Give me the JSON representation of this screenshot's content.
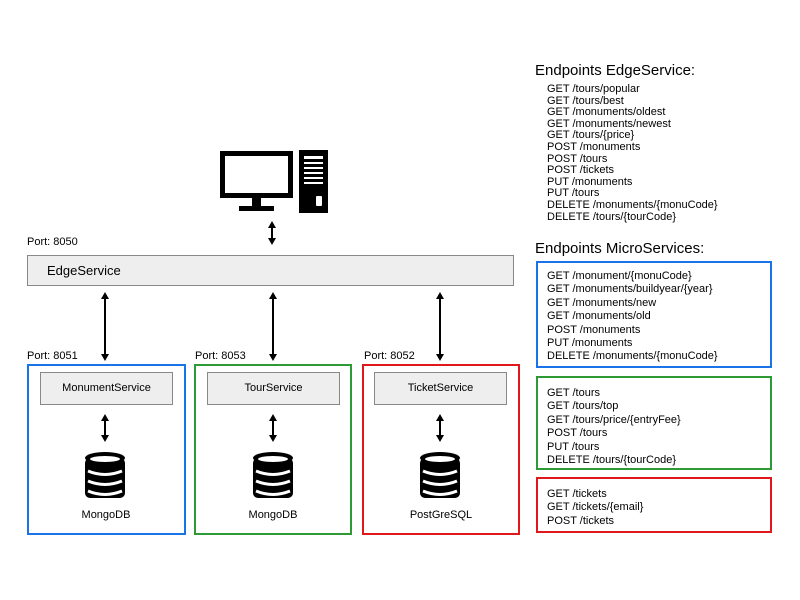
{
  "colors": {
    "blue": "#1a73e8",
    "green": "#2e9a36",
    "red": "#e0181c"
  },
  "edge": {
    "port": "Port: 8050",
    "name": "EdgeService"
  },
  "services": [
    {
      "port": "Port: 8051",
      "name": "MonumentService",
      "db": "MongoDB"
    },
    {
      "port": "Port: 8053",
      "name": "TourService",
      "db": "MongoDB"
    },
    {
      "port": "Port: 8052",
      "name": "TicketService",
      "db": "PostGreSQL"
    }
  ],
  "endpoints_edge": {
    "title": "Endpoints EdgeService:",
    "items": [
      "GET /tours/popular",
      "GET /tours/best",
      "GET /monuments/oldest",
      "GET /monuments/newest",
      "GET /tours/{price}",
      "POST /monuments",
      "POST /tours",
      "POST /tickets",
      "PUT /monuments",
      "PUT /tours",
      "DELETE /monuments/{monuCode}",
      "DELETE /tours/{tourCode}"
    ]
  },
  "endpoints_micro": {
    "title": "Endpoints MicroServices:",
    "groups": [
      {
        "items": [
          "GET /monument/{monuCode}",
          "GET /monuments/buildyear/{year}",
          "GET /monuments/new",
          "GET /monuments/old",
          "POST /monuments",
          "PUT /monuments",
          "DELETE /monuments/{monuCode}"
        ]
      },
      {
        "items": [
          "GET /tours",
          "GET /tours/top",
          "GET /tours/price/{entryFee}",
          "POST /tours",
          "PUT /tours",
          "DELETE /tours/{tourCode}"
        ]
      },
      {
        "items": [
          "GET /tickets",
          "GET /tickets/{email}",
          "POST /tickets"
        ]
      }
    ]
  }
}
